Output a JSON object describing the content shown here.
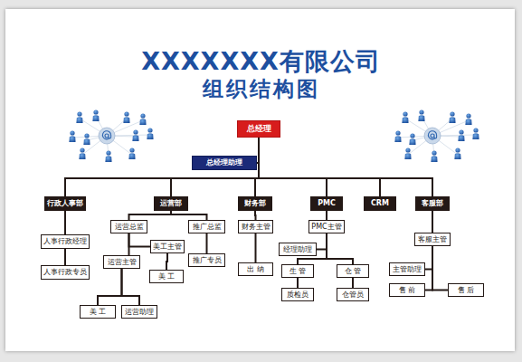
{
  "diagram": {
    "title": "XXXXXXX有限公司",
    "nodes": [
      {
        "text": [
          "总经理"
        ]
      },
      {
        "text": [
          "总经理助理"
        ]
      },
      {
        "text": [
          "行政人事部"
        ]
      },
      {
        "text": [
          "运营部"
        ]
      },
      {
        "text": [
          "财务部"
        ]
      },
      {
        "text": [
          "PMC"
        ]
      },
      {
        "text": [
          "CRM"
        ]
      },
      {
        "text": [
          "客服部"
        ]
      },
      {
        "text": [
          "人事行政经理"
        ]
      },
      {
        "text": [
          "人事行政专员"
        ]
      },
      {
        "text": [
          "运营总监"
        ]
      },
      {
        "text": [
          "推广总监"
        ]
      },
      {
        "text": [
          "美工主管"
        ]
      },
      {
        "text": [
          "运营主管"
        ]
      },
      {
        "text": [
          "美 工"
        ]
      },
      {
        "text": [
          "推广专员"
        ]
      },
      {
        "text": [
          "美 工"
        ]
      },
      {
        "text": [
          "运营助理"
        ]
      },
      {
        "text": [
          "财务主管"
        ]
      },
      {
        "text": [
          "出 纳"
        ]
      },
      {
        "text": [
          "PMC主管"
        ]
      },
      {
        "text": [
          "经理助理"
        ]
      },
      {
        "text": [
          "生 管"
        ]
      },
      {
        "text": [
          "仓 管"
        ]
      },
      {
        "text": [
          "质检员"
        ]
      },
      {
        "text": [
          "仓管员"
        ]
      },
      {
        "text": [
          "客服主管"
        ]
      },
      {
        "text": [
          "主管助理"
        ]
      },
      {
        "text": [
          "售 前"
        ]
      },
      {
        "text": [
          "售 后"
        ]
      }
    ],
    "edges": [
      {
        "from": 0,
        "to": 1,
        "arrow": "none"
      },
      {
        "from": 0,
        "to": 2,
        "arrow": "none"
      },
      {
        "from": 0,
        "to": 3,
        "arrow": "none"
      },
      {
        "from": 0,
        "to": 4,
        "arrow": "none"
      },
      {
        "from": 0,
        "to": 5,
        "arrow": "none"
      },
      {
        "from": 0,
        "to": 6,
        "arrow": "none"
      },
      {
        "from": 0,
        "to": 7,
        "arrow": "none"
      },
      {
        "from": 2,
        "to": 8,
        "arrow": "none"
      },
      {
        "from": 8,
        "to": 9,
        "arrow": "none"
      },
      {
        "from": 3,
        "to": 10,
        "arrow": "none"
      },
      {
        "from": 3,
        "to": 11,
        "arrow": "none"
      },
      {
        "from": 10,
        "to": 12,
        "arrow": "none"
      },
      {
        "from": 10,
        "to": 13,
        "arrow": "none"
      },
      {
        "from": 12,
        "to": 14,
        "arrow": "none"
      },
      {
        "from": 13,
        "to": 16,
        "arrow": "none"
      },
      {
        "from": 13,
        "to": 17,
        "arrow": "none"
      },
      {
        "from": 11,
        "to": 15,
        "arrow": "none"
      },
      {
        "from": 4,
        "to": 18,
        "arrow": "none"
      },
      {
        "from": 18,
        "to": 19,
        "arrow": "none"
      },
      {
        "from": 5,
        "to": 20,
        "arrow": "none"
      },
      {
        "from": 20,
        "to": 21,
        "arrow": "none"
      },
      {
        "from": 20,
        "to": 22,
        "arrow": "none"
      },
      {
        "from": 20,
        "to": 23,
        "arrow": "none"
      },
      {
        "from": 22,
        "to": 24,
        "arrow": "none"
      },
      {
        "from": 23,
        "to": 25,
        "arrow": "none"
      },
      {
        "from": 7,
        "to": 26,
        "arrow": "none"
      },
      {
        "from": 26,
        "to": 27,
        "arrow": "none"
      },
      {
        "from": 26,
        "to": 28,
        "arrow": "none"
      },
      {
        "from": 26,
        "to": 29,
        "arrow": "none"
      }
    ],
    "labels": [
      "组织结构图"
    ]
  }
}
